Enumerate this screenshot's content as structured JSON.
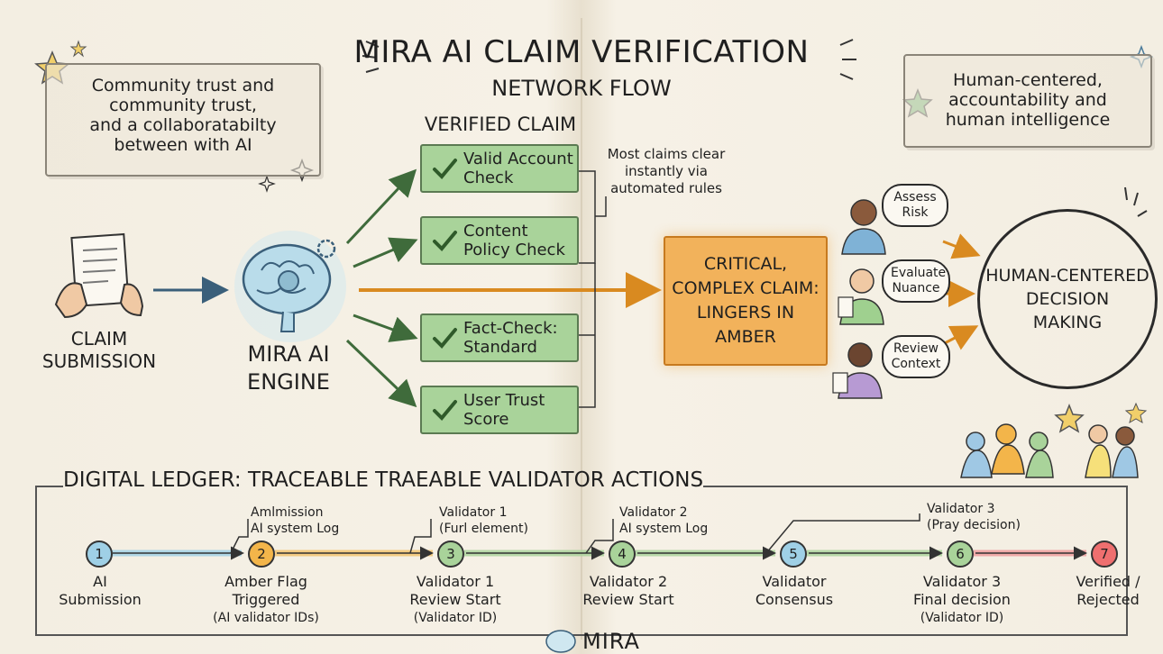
{
  "title": "MIRA AI CLAIM VERIFICATION",
  "subtitle": "NETWORK FLOW",
  "top_left_note": [
    "Community trust and",
    "community trust,",
    "and a collaboratabilty",
    "between with AI"
  ],
  "top_right_note": [
    "Human-centered,",
    "accountability and",
    "human intelligence"
  ],
  "claim_submission": [
    "CLAIM",
    "SUBMISSION"
  ],
  "engine": [
    "MIRA AI",
    "ENGINE"
  ],
  "verified_claim_heading": "VERIFIED CLAIM",
  "checks": [
    [
      "Valid Account",
      "Check"
    ],
    [
      "Content",
      "Policy Check"
    ],
    [
      "Fact-Check:",
      "Standard"
    ],
    [
      "User Trust",
      "Score"
    ]
  ],
  "auto_note": [
    "Most claims clear",
    "instantly via",
    "automated rules"
  ],
  "amber_box": [
    "CRITICAL,",
    "COMPLEX CLAIM:",
    "LINGERS IN",
    "AMBER"
  ],
  "reviewers": [
    [
      "Assess",
      "Risk"
    ],
    [
      "Evaluate",
      "Nuance"
    ],
    [
      "Review",
      "Context"
    ]
  ],
  "decision": [
    "HUMAN-CENTERED",
    "DECISION",
    "MAKING"
  ],
  "ledger_title": "DIGITAL LEDGER: TRACEABLE TRAEABLE VALIDATOR ACTIONS",
  "ledger_nodes": [
    {
      "num": "1",
      "color": "#9fd0e6",
      "label": [
        "AI",
        "Submission"
      ],
      "sub": ""
    },
    {
      "num": "2",
      "color": "#f3b54a",
      "label": [
        "Amber Flag",
        "Triggered"
      ],
      "sub": "(AI validator IDs)"
    },
    {
      "num": "3",
      "color": "#a9d39a",
      "label": [
        "Validator 1",
        "Review Start"
      ],
      "sub": "(Validator ID)"
    },
    {
      "num": "4",
      "color": "#a9d39a",
      "label": [
        "Validator 2",
        "Review Start"
      ],
      "sub": ""
    },
    {
      "num": "5",
      "color": "#9fd0e6",
      "label": [
        "Validator",
        "Consensus"
      ],
      "sub": ""
    },
    {
      "num": "6",
      "color": "#a9d39a",
      "label": [
        "Validator 3",
        "Final decision"
      ],
      "sub": "(Validator ID)"
    },
    {
      "num": "7",
      "color": "#ef6f6f",
      "label": [
        "Verified /",
        "Rejected"
      ],
      "sub": ""
    }
  ],
  "ledger_callouts": [
    [
      "Amlmission",
      "AI system Log"
    ],
    [
      "Validator 1",
      "(Furl element)"
    ],
    [
      "Validator 2",
      "AI system Log"
    ],
    [
      "Validator 3",
      "(Pray decision)"
    ]
  ],
  "footer_logo": "MIRA",
  "colors": {
    "green": "#a9d39a",
    "amber": "#f2b25b",
    "blue": "#9fd0e6",
    "red": "#ef6f6f"
  }
}
